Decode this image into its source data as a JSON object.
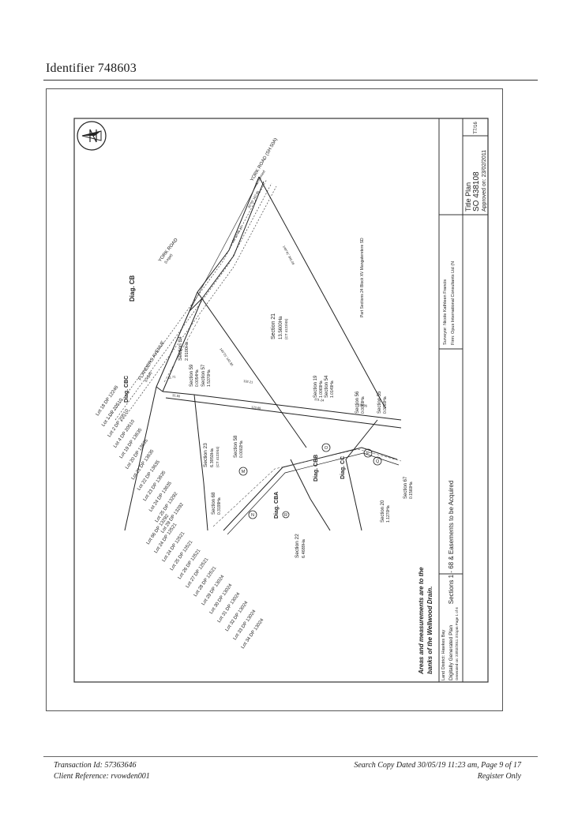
{
  "header": {
    "identifier": "Identifier 748603"
  },
  "plan": {
    "sheet_ref": "T7/16",
    "title_block": {
      "plan_label": "Title Plan",
      "plan_number": "SO 438108",
      "approved": "Approved on: 23/02/2011",
      "surveyor": "Surveyor: Nicole Kathleen Francis",
      "firm": "Firm: Opus International Consultants Ltd (N",
      "sheet_title": "Sections 1 - 68 & Easements to be Acquired",
      "land_district": "Land District: Hawkes Bay",
      "generated": "Digitally Generated Plan",
      "generated_sub": "Generated on: 23/02/2011 3:51pm Page 1 of 6",
      "note_line1": "Areas and measurements are to the",
      "note_line2": "banks of the Wellwood Drain."
    },
    "roads": {
      "york_road_top": "YORK ROAD (SH 50A)",
      "york_road_top_sub": "Unformed",
      "york_road": "YORK ROAD",
      "york_road_sub": "(Legal)",
      "flanders_avenue": "FLANDERS AVENUE",
      "flanders_sub": "(Legal)"
    },
    "diagrams": {
      "diag_cb": "Diag. CB",
      "diag_cbc": "Diag. CBC",
      "diag_cbb": "Diag. CBB",
      "diag_cba": "Diag. CBA",
      "diag_cc": "Diag. CC"
    },
    "sections": {
      "s21": "Section 21",
      "s21_area": "13.5600Ha",
      "s21_sub": "(CT 4123/45)",
      "s24": "Section 24",
      "s24_area": "2.9100Ha",
      "s59": "Section 59",
      "s59_area": "0.0054Ha",
      "s57": "Section 57",
      "s57_area": "1.5370Ha",
      "s19": "Section 19",
      "s19_area": "1.0069Ha",
      "s54": "Section 54",
      "s54_area": "1.0149Ha",
      "s56": "Section 56",
      "s56_area": "0.0069Ha",
      "s55": "Section 55",
      "s55_area": "0.0260Ha",
      "s23": "Section 23",
      "s23_area": "6.3950Ha",
      "s23_sub": "(CT 4123/44)",
      "s58": "Section 58",
      "s58_area": "0.0002Ha",
      "s68": "Section 68",
      "s68_area": "0.3199Ha",
      "s22": "Section 22",
      "s22_area": "6.4689Ha",
      "s20": "Section 20",
      "s20_area": "1.1270Ha",
      "s67": "Section 67",
      "s67_area": "0.1560Ha",
      "part_sections": "Part Sections 24 Block XV Mangateretere SD"
    },
    "lots": [
      "Lot 18 DP 12246",
      "Lot 1 DP 20510",
      "Lot 2 DP 20510",
      "Lot 4 DP 20510",
      "Lot 19 DP 13635",
      "Lot 20 DP 13635",
      "Lot 21 DP 13635",
      "Lot 22 DP 13635",
      "Lot 23 DP 13635",
      "Lot 24 DP 13635",
      "Lot 25 DP 13292",
      "Lot 29 DP 13292",
      "Lot 66 DP 13292",
      "Lot 24 DP 12521",
      "Lot 24 DP 12521",
      "Lot 25 DP 12521",
      "Lot 26 DP 12521",
      "Lot 27 DP 12521",
      "Lot 28 DP 12521",
      "Lot 29 DP 13024",
      "Lot 30 DP 13024",
      "Lot 31 DP 13024",
      "Lot 32 DP 13024",
      "Lot 33 DP 13024",
      "Lot 34 DP 13024"
    ],
    "markers": [
      "M",
      "N",
      "O",
      "P",
      "Q",
      "R"
    ]
  },
  "footer": {
    "transaction": "Transaction Id: 57363646",
    "client_ref": "Client Reference: rvowden001",
    "search_copy": "Search Copy Dated 30/05/19 11:23 am, Page 9 of 17",
    "register": "Register Only"
  }
}
